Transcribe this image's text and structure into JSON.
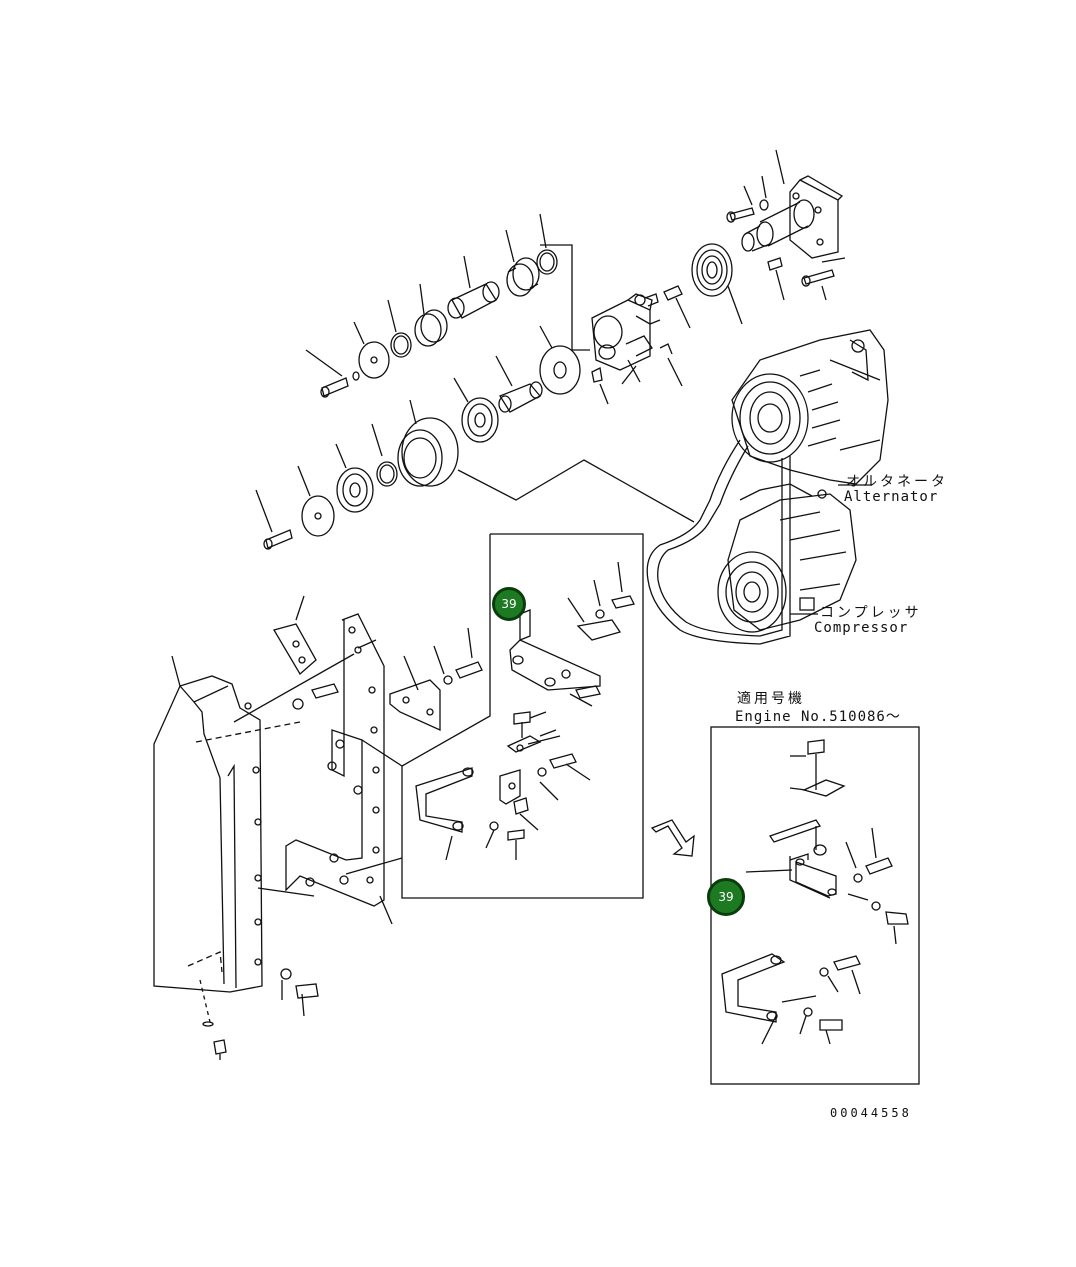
{
  "labels": {
    "alternator_jp": "オルタネータ",
    "alternator": "Alternator",
    "compressor_jp": "コンプレッサ",
    "compressor": "Compressor",
    "applicable_jp": "適用号機",
    "engine_no": "Engine No.510086～"
  },
  "badges": {
    "main": "39",
    "inset": "39"
  },
  "drawing_number": "00044558",
  "colors": {
    "line": "#111111",
    "badge_fill": "#1e7a22",
    "badge_border": "#0a3d0c"
  }
}
